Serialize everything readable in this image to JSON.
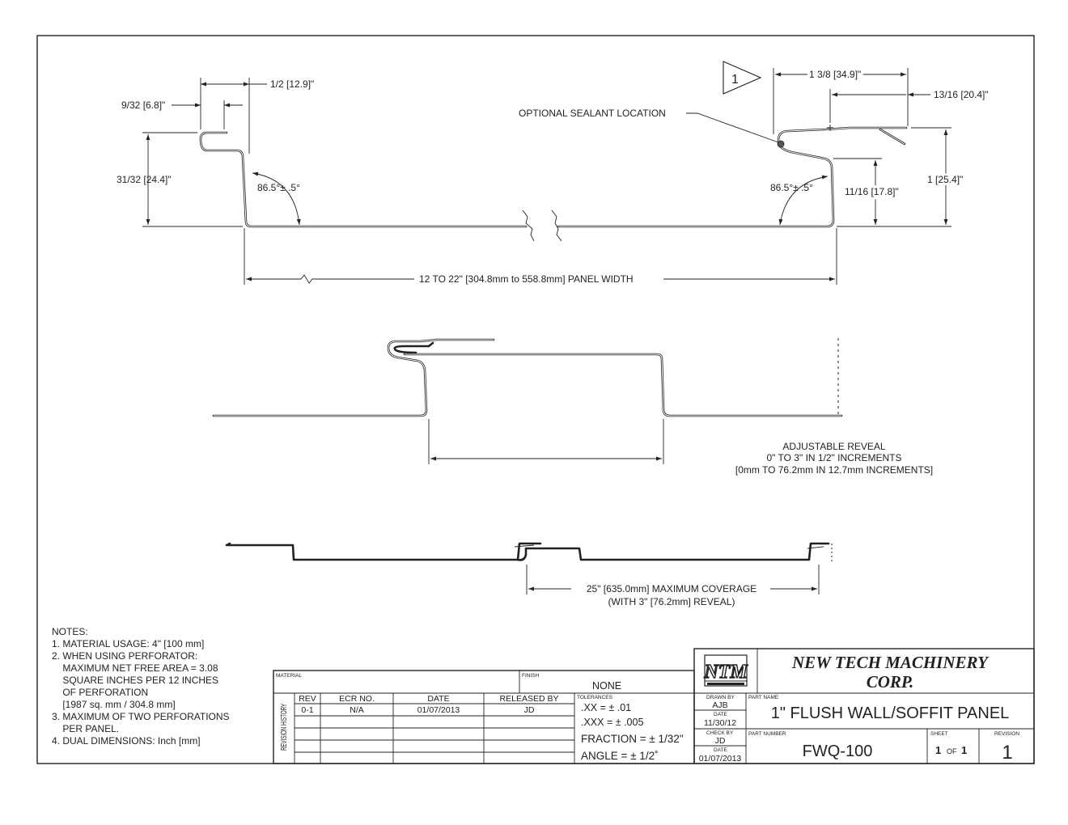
{
  "top_view": {
    "dim_half": "1/2 [12.9]\"",
    "dim_hook_gap": "9/32 [6.8]\"",
    "dim_left_height": "31/32 [24.4]\"",
    "angle_left": "86.5°± .5°",
    "angle_right": "86.5°± .5°",
    "flag_number": "1",
    "dim_right_top": "1 3/8 [34.9]\"",
    "dim_right_lip": "13/16 [20.4]\"",
    "sealant_label": "OPTIONAL SEALANT LOCATION",
    "dim_right_leg": "11/16 [17.8]\"",
    "dim_right_height": "1 [25.4]\"",
    "panel_width": "12 TO 22\" [304.8mm to 558.8mm] PANEL WIDTH"
  },
  "middle_view": {
    "reveal_lines": [
      "ADJUSTABLE REVEAL",
      "0\" TO 3\" IN 1/2\" INCREMENTS",
      "[0mm TO 76.2mm IN 12.7mm INCREMENTS]"
    ]
  },
  "bottom_view": {
    "coverage_lines": [
      "25\" [635.0mm] MAXIMUM COVERAGE",
      "(WITH 3\" [76.2mm] REVEAL)"
    ]
  },
  "notes": {
    "lines": [
      "NOTES:",
      "1. MATERIAL USAGE: 4\" [100 mm]",
      "2. WHEN USING PERFORATOR:",
      "    MAXIMUM NET FREE AREA = 3.08",
      "    SQUARE INCHES PER 12 INCHES",
      "    OF PERFORATION",
      "    [1987 sq. mm / 304.8 mm]",
      "3. MAXIMUM OF TWO PERFORATIONS",
      "    PER PANEL.",
      "4. DUAL DIMENSIONS: Inch [mm]"
    ]
  },
  "title_block": {
    "material_label": "MATERIAL",
    "finish_label": "FINISH",
    "finish_value": "NONE",
    "revision_history_label": "REVISION HISTORY",
    "headers": [
      "REV",
      "ECR NO.",
      "DATE",
      "RELEASED BY"
    ],
    "rows": [
      [
        "0-1",
        "N/A",
        "01/07/2013",
        "JD"
      ]
    ],
    "tolerances_label": "TOLERANCES",
    "tolerances": [
      ".XX = ± .01",
      ".XXX = ± .005",
      "FRACTION = ± 1/32\"",
      "ANGLE = ± 1/2˚"
    ],
    "logo_text": "NTM",
    "company_line1": "NEW TECH MACHINERY",
    "company_line2": "CORP.",
    "drawn_by_label": "DRAWN BY",
    "drawn_by": "AJB",
    "date_label": "DATE",
    "drawn_date": "11/30/12",
    "check_by_label": "CHECK BY",
    "check_by": "JD",
    "check_date": "01/07/2013",
    "part_name_label": "PART NAME",
    "part_name": "1\" FLUSH WALL/SOFFIT PANEL",
    "part_number_label": "PART NUMBER",
    "part_number": "FWQ-100",
    "sheet_label": "SHEET",
    "sheet_value": "1",
    "sheet_of": "OF",
    "sheet_total": "1",
    "revision_label": "REVISION",
    "revision": "1"
  }
}
